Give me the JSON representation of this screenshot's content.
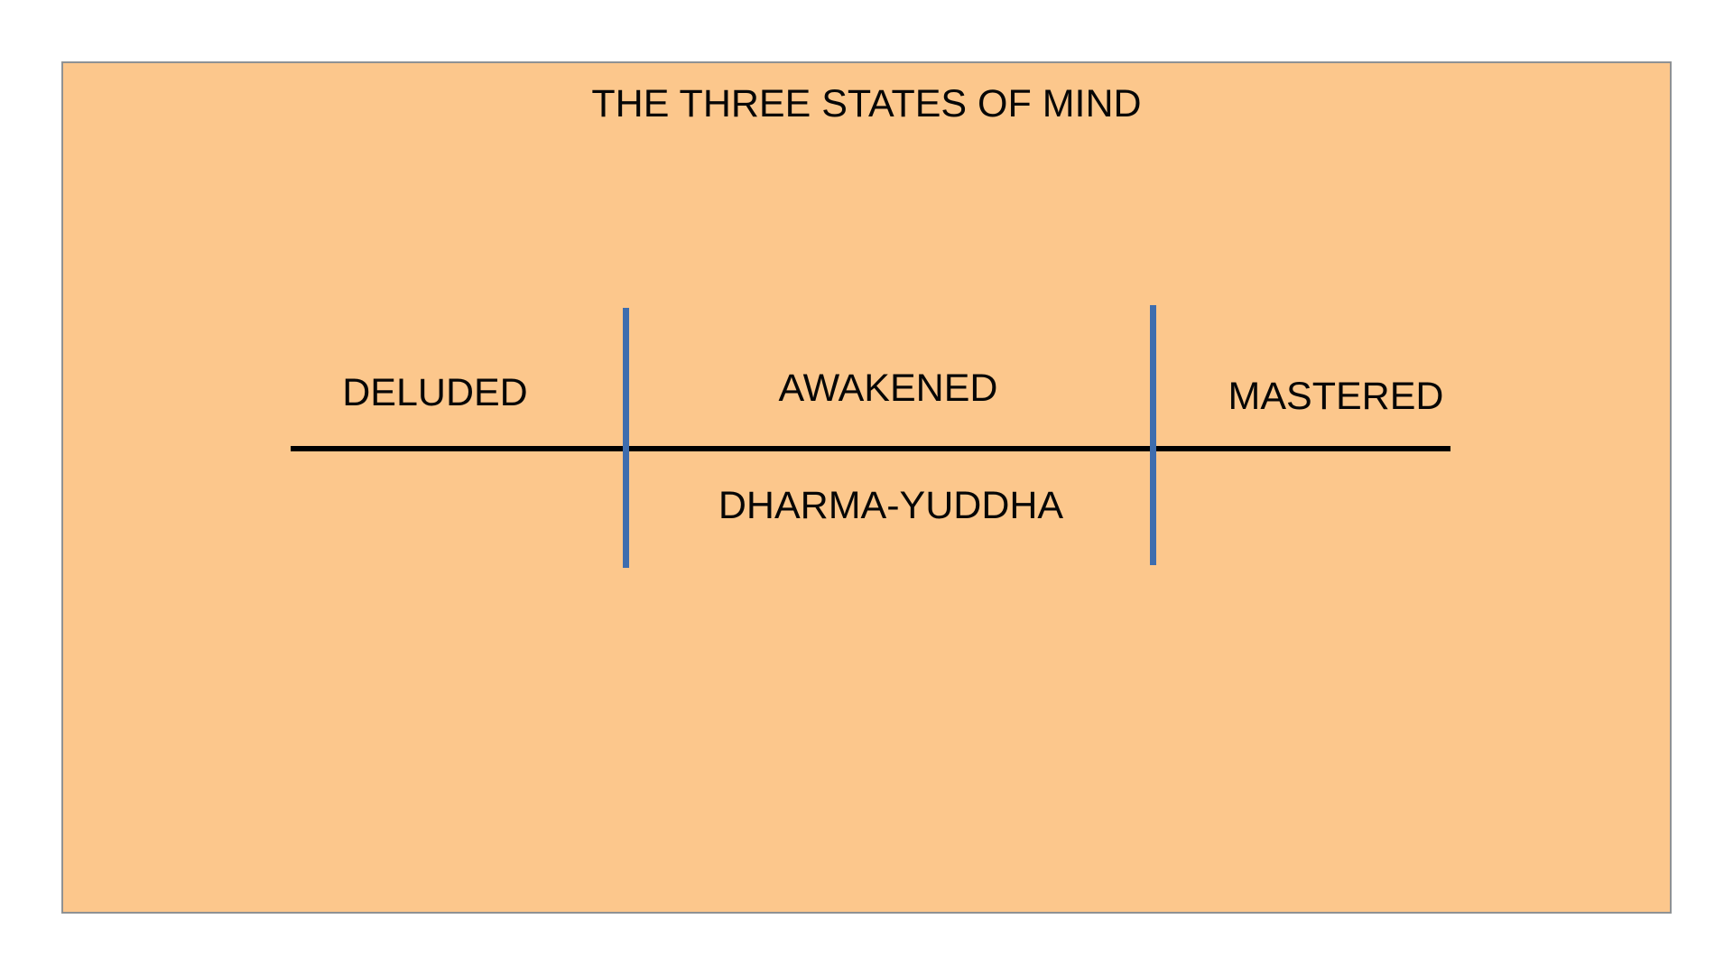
{
  "diagram": {
    "title": "THE THREE STATES OF MIND",
    "sections": [
      {
        "label": "DELUDED"
      },
      {
        "label": "AWAKENED",
        "sublabel": "DHARMA-YUDDHA"
      },
      {
        "label": "MASTERED"
      }
    ]
  },
  "theme": {
    "page_background": "#FFFFFF",
    "canvas_background": "#FCC78C",
    "canvas_border": "#8F9294",
    "line_color": "#000000",
    "divider_color": "#3E6DAE",
    "text_color": "#060606"
  }
}
